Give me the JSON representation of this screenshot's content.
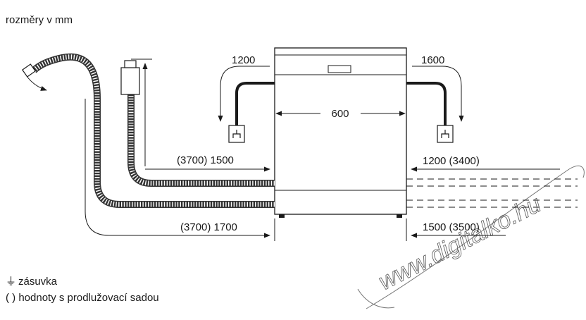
{
  "title": "rozměry v mm",
  "dimensions": {
    "top_left": "1200",
    "top_right": "1600",
    "width": "600",
    "left_upper": "(3700) 1500",
    "right_upper": "1200 (3400)",
    "left_lower": "(3700) 1700",
    "right_lower": "1500 (3500)"
  },
  "legend": {
    "socket_symbol": "⏚",
    "socket": "zásuvka",
    "extension": "( ) hodnoty s prodlužovací sadou"
  },
  "watermark": "www.digitalko.hu",
  "colors": {
    "line": "#1a1a1a",
    "hose": "#333333",
    "watermark": "#555555"
  }
}
